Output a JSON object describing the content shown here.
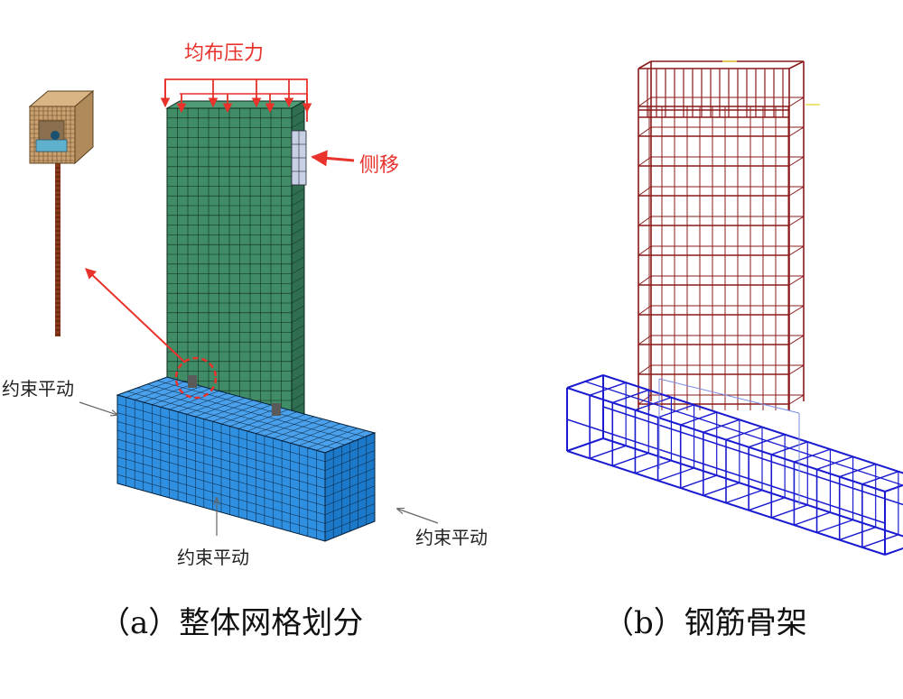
{
  "labels": {
    "load_uniform": "均布压力",
    "load_lateral": "侧移",
    "constraint_left": "约束平动",
    "constraint_bottom": "约束平动",
    "constraint_right": "约束平动"
  },
  "captions": {
    "a": "（a）整体网格划分",
    "b": "（b）钢筋骨架"
  },
  "colors": {
    "wall": "#3f8c66",
    "base": "#2f8fe0",
    "mesh_line": "#0c2a1c",
    "load_arrow": "#e8322b",
    "annotation": "#e8322b",
    "rebar_wall": "#8b1a1a",
    "rebar_base": "#1a1ad0",
    "detail_block": "#c9a070",
    "detail_bar": "#8a3a1a"
  },
  "icons": {
    "load_arrow": "red-down-arrow-icon",
    "lateral_arrow": "red-left-arrow-icon",
    "pointer_arrow": "thin-gray-arrow-icon",
    "detail_marker": "dashed-circle-icon"
  }
}
